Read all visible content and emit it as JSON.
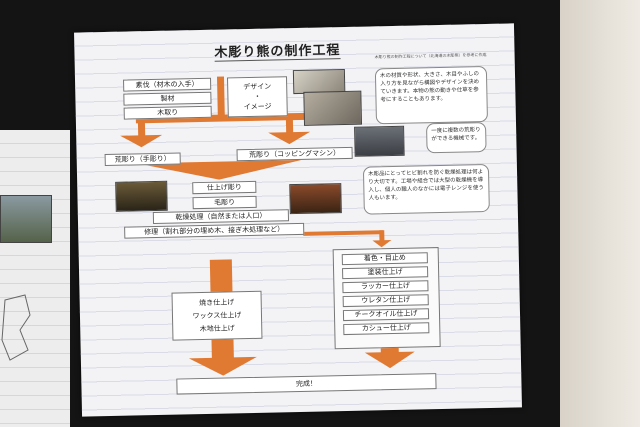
{
  "poster": {
    "title": "木彫り熊の制作工程",
    "header_note": "木彫り熊の制作工程について（北海道の木彫熊）を参考に作成",
    "step_felling": "素伐（材木の入手）",
    "step_lumber": "製材",
    "step_wood": "木取り",
    "design": [
      "デザイン",
      "・",
      "イメージ"
    ],
    "rough_hand": "荒彫り（手彫り）",
    "rough_machine": "荒彫り（コッピングマシン）",
    "finish_carving": "仕上げ彫り",
    "brush_carving": "毛彫り",
    "drying": "乾燥処理（自然または人口）",
    "repair": "修理（割れ部分の埋め木、接ぎ木処理など）",
    "finish_left": [
      "焼き仕上げ",
      "ワックス仕上げ",
      "木地仕上げ"
    ],
    "finish_right": [
      "着色・目止め",
      "塗装仕上げ",
      "ラッカー仕上げ",
      "ウレタン仕上げ",
      "チークオイル仕上げ",
      "カシュー仕上げ"
    ],
    "complete": "完成！",
    "note1": "木の材質や形状、大きさ、木目やふしの入り方を見ながら構図やデザインを決めていきます。本物の熊の動きや仕草を参考にすることもあります。",
    "note2": "一度に複数の荒彫りができる機械です。",
    "note3": "木彫品にとってヒビ割れを防ぐ乾燥処理は何より大切です。工場や組合では大型の乾燥機を導入し、個人の職人のなかには電子レンジを使う人もいます。"
  },
  "colors": {
    "arrow": "#e07a33",
    "background": "#141414",
    "paper": "#f3f3f6"
  }
}
